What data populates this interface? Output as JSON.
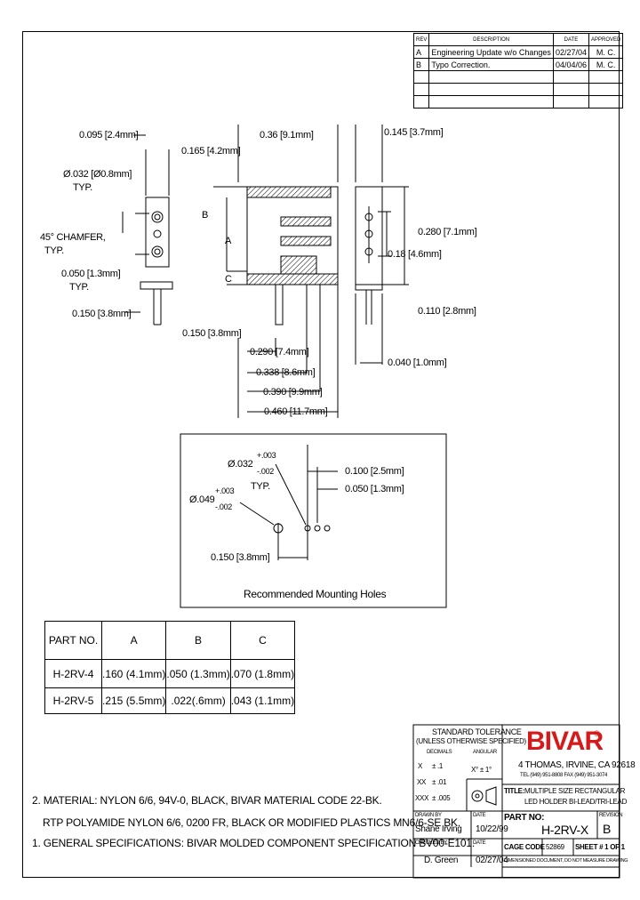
{
  "revisions": {
    "headers": [
      "REV",
      "DESCRIPTION",
      "DATE",
      "APPROVED"
    ],
    "rows": [
      {
        "rev": "A",
        "desc": "Engineering Update w/o Changes",
        "date": "02/27/04",
        "approved": "M. C."
      },
      {
        "rev": "B",
        "desc": "Typo Correction.",
        "date": "04/04/06",
        "approved": "M. C."
      }
    ]
  },
  "dims": {
    "d095": "0.095 [2.4mm]",
    "d032": "Ø.032 [Ø0.8mm]",
    "typ1": "TYP.",
    "chamfer": "45° CHAMFER,",
    "typ2": "TYP.",
    "d050": "0.050 [1.3mm]",
    "typ3": "TYP.",
    "d150a": "0.150 [3.8mm]",
    "d165": "0.165 [4.2mm]",
    "d36": "0.36 [9.1mm]",
    "d145": "0.145 [3.7mm]",
    "labelB": "B",
    "labelA": "A",
    "labelC": "C",
    "d280": "0.280 [7.1mm]",
    "d18": "0.18 [4.6mm]",
    "d110": "0.110 [2.8mm]",
    "d150b": "0.150 [3.8mm]",
    "d290": "0.290 [7.4mm]",
    "d338": "0.338 [8.6mm]",
    "d390": "0.390 [9.9mm]",
    "d460": "0.460 [11.7mm]",
    "d040": "0.040 [1.0mm]"
  },
  "mounting": {
    "hole032": "Ø.032",
    "tol032_plus": "+.003",
    "tol032_minus": "-.002",
    "typ": "TYP.",
    "hole049": "Ø.049",
    "tol049_plus": "+.003",
    "tol049_minus": "-.002",
    "d100": "0.100 [2.5mm]",
    "d050": "0.050 [1.3mm]",
    "d150": "0.150 [3.8mm]",
    "caption": "Recommended Mounting Holes"
  },
  "parts": {
    "headers": [
      "PART NO.",
      "A",
      "B",
      "C"
    ],
    "rows": [
      [
        "H-2RV-4",
        ".160 (4.1mm)",
        ".050 (1.3mm)",
        ".070 (1.8mm)"
      ],
      [
        "H-2RV-5",
        ".215 (5.5mm)",
        ".022(.6mm)",
        ".043 (1.1mm)"
      ]
    ]
  },
  "notes": {
    "n2a": "2.  MATERIAL: NYLON 6/6, 94V-0, BLACK, BIVAR MATERIAL CODE 22-BK.",
    "n2b": "RTP POLYAMIDE NYLON 6/6, 0200 FR, BLACK OR MODIFIED PLASTICS MN6/6-SE BK.",
    "n1": "1.  GENERAL SPECIFICATIONS: BIVAR MOLDED COMPONENT SPECIFICATION BV00-E101."
  },
  "titleblock": {
    "std_title": "STANDARD TOLERANCE",
    "std_sub": "(UNLESS OTHERWISE SPECIFIED)",
    "decimals": "DECIMALS",
    "angular": "ANGULAR",
    "x": "X",
    "x_tol": "± .1",
    "xx": "XX",
    "xx_tol": "± .01",
    "xxx": "XXX",
    "xxx_tol": "± .005",
    "ang_tol": "X° ± 1°",
    "logo": "BIVAR",
    "registered": "®",
    "address": "4 THOMAS, IRVINE, CA 92618",
    "tel": "TEL (949) 951-8808   FAX (949) 951-3074",
    "title_label": "TITLE:",
    "title1": "MULTIPLE SIZE RECTANGULAR",
    "title2": "LED HOLDER BI-LEAD/TRI-LEAD",
    "drawn_label": "DRAWN BY",
    "drawn_date_label": "DATE",
    "drawn_by": "Shane Irving",
    "drawn_date": "10/22/99",
    "part_label": "PART NO:",
    "part_no": "H-2RV-X",
    "rev_label": "REVISION",
    "rev": "B",
    "check_label": "CHECKED BY",
    "check_date_label": "DATE",
    "checked_by": "D. Green",
    "check_date": "02/27/04",
    "cage_label": "CAGE CODE",
    "cage": "52869",
    "sheet": "SHEET # 1 OF 1",
    "dimnote": "DIMENSIONED DOCUMENT, DO NOT MEASURE DRAWING"
  }
}
